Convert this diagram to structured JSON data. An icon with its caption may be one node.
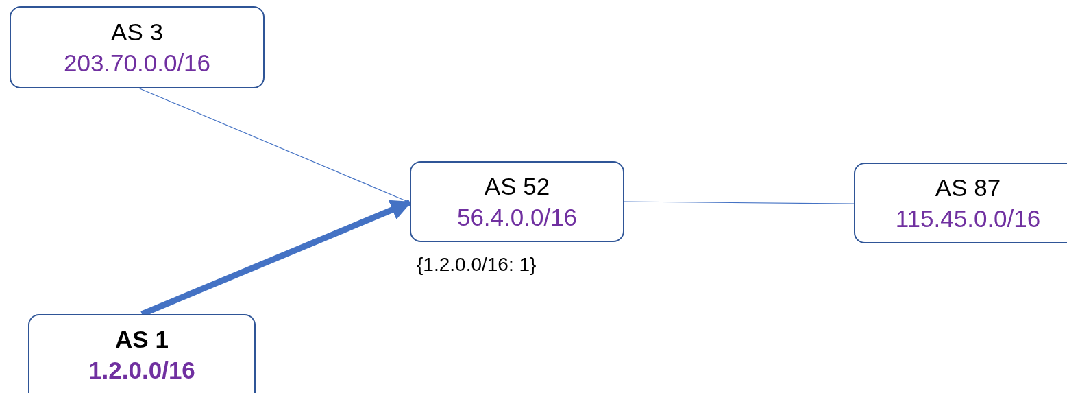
{
  "diagram": {
    "nodes": [
      {
        "text": [
          "AS 3",
          "203.70.0.0/16"
        ]
      },
      {
        "text": [
          "AS 52",
          "56.4.0.0/16"
        ],
        "beside": [
          "{1.2.0.0/16: 1}"
        ]
      },
      {
        "text": [
          "AS 87",
          "115.45.0.0/16"
        ]
      },
      {
        "text": [
          "AS 1",
          "1.2.0.0/16"
        ]
      }
    ],
    "edges": [
      {
        "from": 0,
        "to": 1,
        "arrow": "none"
      },
      {
        "from": 3,
        "to": 1,
        "arrow": "to",
        "style": "thick"
      },
      {
        "from": 1,
        "to": 2,
        "arrow": "none"
      }
    ]
  }
}
